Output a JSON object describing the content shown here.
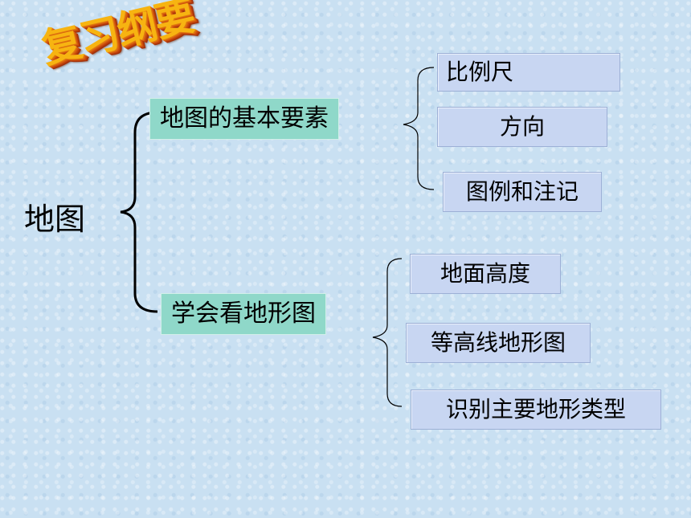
{
  "title": "复习纲要",
  "root": "地图",
  "branches": [
    {
      "label": "地图的基本要素",
      "children": [
        "比例尺",
        "方向",
        "图例和注记"
      ]
    },
    {
      "label": "学会看地形图",
      "children": [
        "地面高度",
        "等高线地形图",
        "识别主要地形类型"
      ]
    }
  ],
  "colors": {
    "background": "#c9e0f2",
    "title": "#f7b411",
    "branch_box": "#8fd8c9",
    "leaf_box": "#c8d6f2"
  }
}
